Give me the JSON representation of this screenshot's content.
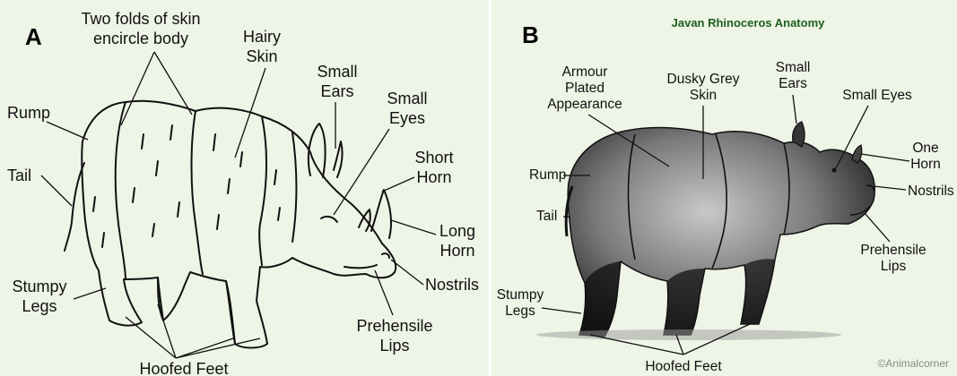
{
  "panel_a": {
    "letter": "A",
    "labels": {
      "folds_1": "Two folds of skin",
      "folds_2": "encircle body",
      "hairy_1": "Hairy",
      "hairy_2": "Skin",
      "small_ears_1": "Small",
      "small_ears_2": "Ears",
      "small_eyes_1": "Small",
      "small_eyes_2": "Eyes",
      "short_horn_1": "Short",
      "short_horn_2": "Horn",
      "long_horn_1": "Long",
      "long_horn_2": "Horn",
      "nostrils": "Nostrils",
      "prehensile_1": "Prehensile",
      "prehensile_2": "Lips",
      "rump": "Rump",
      "tail": "Tail",
      "stumpy_1": "Stumpy",
      "stumpy_2": "Legs",
      "hoofed": "Hoofed Feet"
    }
  },
  "panel_b": {
    "letter": "B",
    "title": "Javan Rhinoceros Anatomy",
    "credit": "©Animalcorner",
    "labels": {
      "armour_1": "Armour",
      "armour_2": "Plated",
      "armour_3": "Appearance",
      "dusky_1": "Dusky Grey",
      "dusky_2": "Skin",
      "small_ears_1": "Small",
      "small_ears_2": "Ears",
      "small_eyes": "Small Eyes",
      "one_horn_1": "One",
      "one_horn_2": "Horn",
      "nostrils": "Nostrils",
      "prehensile_1": "Prehensile",
      "prehensile_2": "Lips",
      "rump": "Rump",
      "tail": "Tail",
      "stumpy_1": "Stumpy",
      "stumpy_2": "Legs",
      "hoofed": "Hoofed Feet"
    }
  }
}
